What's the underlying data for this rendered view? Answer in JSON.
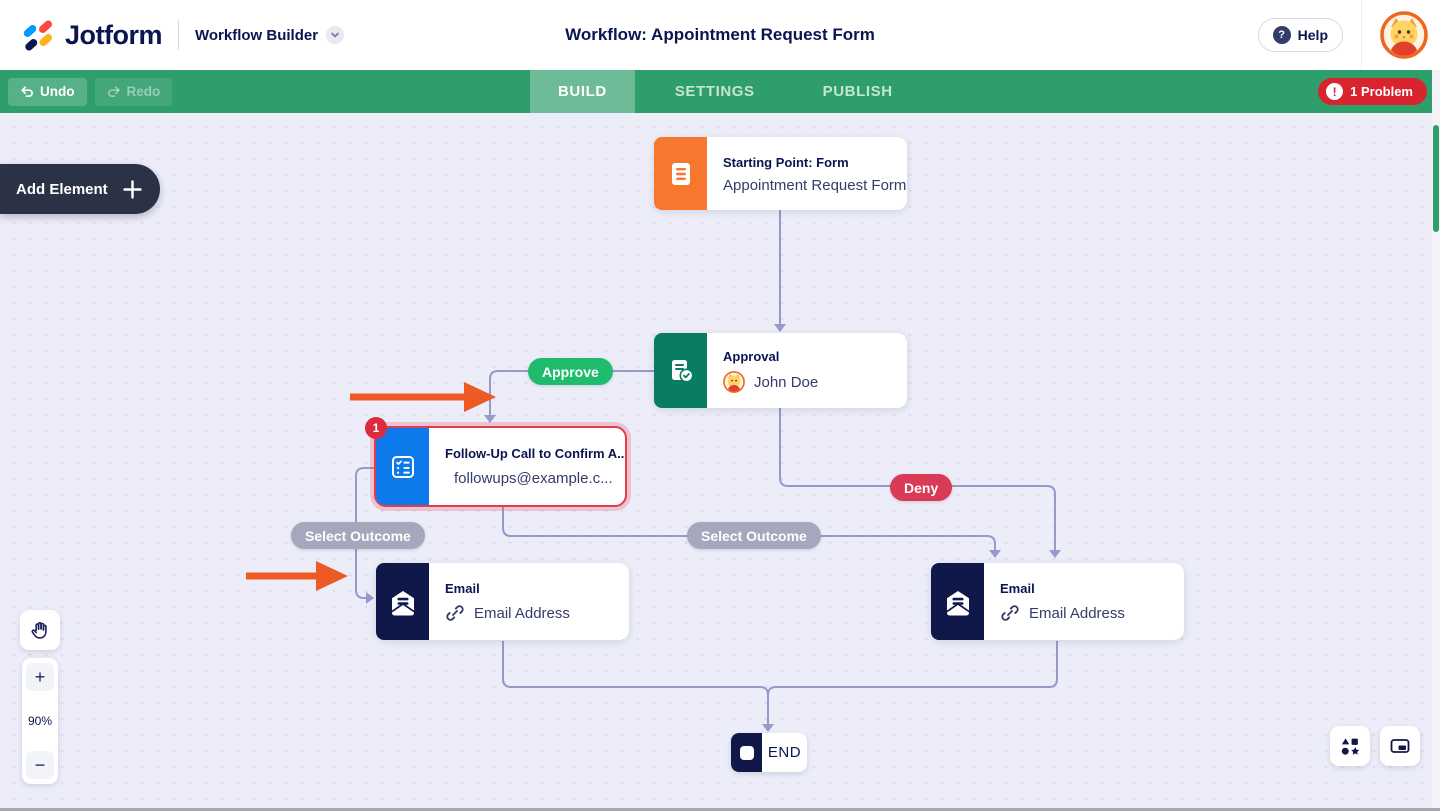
{
  "header": {
    "brand": "Jotform",
    "app_switcher": "Workflow Builder",
    "title": "Workflow: Appointment Request Form",
    "help_label": "Help"
  },
  "toolbar": {
    "undo_label": "Undo",
    "redo_label": "Redo",
    "tabs": [
      {
        "label": "BUILD",
        "active": true
      },
      {
        "label": "SETTINGS",
        "active": false
      },
      {
        "label": "PUBLISH",
        "active": false
      }
    ],
    "problem_label": "1 Problem"
  },
  "canvas": {
    "add_element_label": "Add Element",
    "zoom_level": "90%",
    "nodes": {
      "start": {
        "title": "Starting Point: Form",
        "subtitle": "Appointment Request Form"
      },
      "approval": {
        "title": "Approval",
        "subtitle": "John Doe"
      },
      "followup": {
        "title": "Follow-Up Call to Confirm A...",
        "subtitle": "followups@example.c...",
        "error_count": "1"
      },
      "email_left": {
        "title": "Email",
        "subtitle": "Email Address"
      },
      "email_right": {
        "title": "Email",
        "subtitle": "Email Address"
      },
      "end": {
        "label": "END"
      }
    },
    "branch_labels": {
      "approve": "Approve",
      "deny": "Deny",
      "select_outcome": "Select Outcome"
    }
  },
  "icons": {
    "help-icon": "?",
    "problem-icon": "!",
    "zoom-in-icon": "+",
    "zoom-out-icon": "−"
  },
  "colors": {
    "toolbar_green": "#2E9E6B",
    "canvas_bg": "#ECEDF8",
    "navy": "#0A1551",
    "start_orange": "#F8772E",
    "approval_teal": "#097D62",
    "followup_blue": "#0D7AEC",
    "email_navy": "#101749",
    "approve_green": "#20BC6E",
    "deny_red": "#DA3A55",
    "outcome_gray": "#A5A8BC",
    "error_red": "#E23B4C",
    "problem_red": "#D9232E",
    "connector": "#959ACB",
    "annotation_orange": "#EE5A24"
  }
}
